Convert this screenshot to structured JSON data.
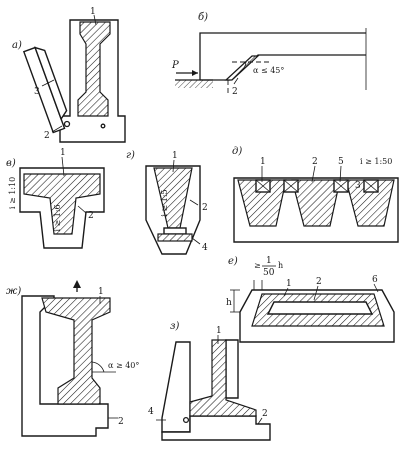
{
  "panels": {
    "a": {
      "letter": "а)",
      "labels": [
        "1",
        "3",
        "2"
      ]
    },
    "b": {
      "letter": "б)",
      "force": "P",
      "angle": "α ≤ 45°",
      "labels": [
        "2"
      ]
    },
    "v": {
      "letter": "в)",
      "labels": [
        "1",
        "2"
      ],
      "slope_outer": "i ≥ 1:10",
      "slope_inner": "i ≥ 1:6"
    },
    "g": {
      "letter": "г)",
      "labels": [
        "1",
        "2",
        "4"
      ],
      "slope": "i ≥ 1:5"
    },
    "d": {
      "letter": "д)",
      "labels": [
        "1",
        "2",
        "5",
        "3"
      ],
      "slope": "i ≥ 1:50"
    },
    "e": {
      "letter": "е)",
      "frac_prefix": "≥",
      "frac_num": "1",
      "frac_den": "50",
      "frac_suffix": "h",
      "dim": "h",
      "labels": [
        "1",
        "2",
        "6"
      ]
    },
    "zh": {
      "letter": "ж)",
      "angle": "α ≥ 40°",
      "labels": [
        "1",
        "2"
      ]
    },
    "z": {
      "letter": "з)",
      "labels": [
        "1",
        "4",
        "2"
      ]
    }
  }
}
